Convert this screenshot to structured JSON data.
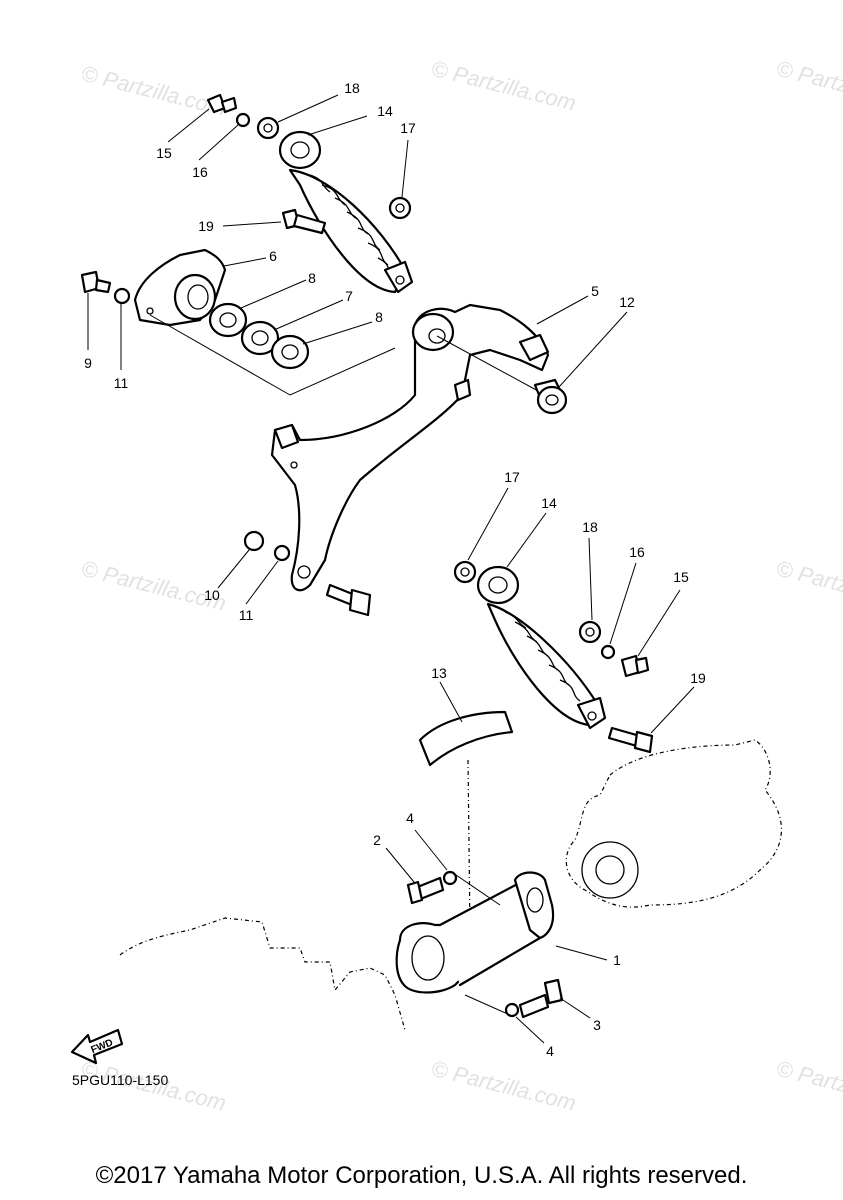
{
  "diagram": {
    "part_code": "5PGU110-L150",
    "copyright": "©2017 Yamaha Motor Corporation, U.S.A. All rights reserved.",
    "watermark": "© Partzilla.com",
    "fwd_label": "FWD",
    "callouts": [
      "1",
      "2",
      "3",
      "4",
      "4",
      "5",
      "6",
      "7",
      "8",
      "8",
      "9",
      "10",
      "11",
      "11",
      "12",
      "13",
      "14",
      "14",
      "15",
      "15",
      "16",
      "16",
      "17",
      "17",
      "18",
      "18",
      "19",
      "19"
    ]
  }
}
